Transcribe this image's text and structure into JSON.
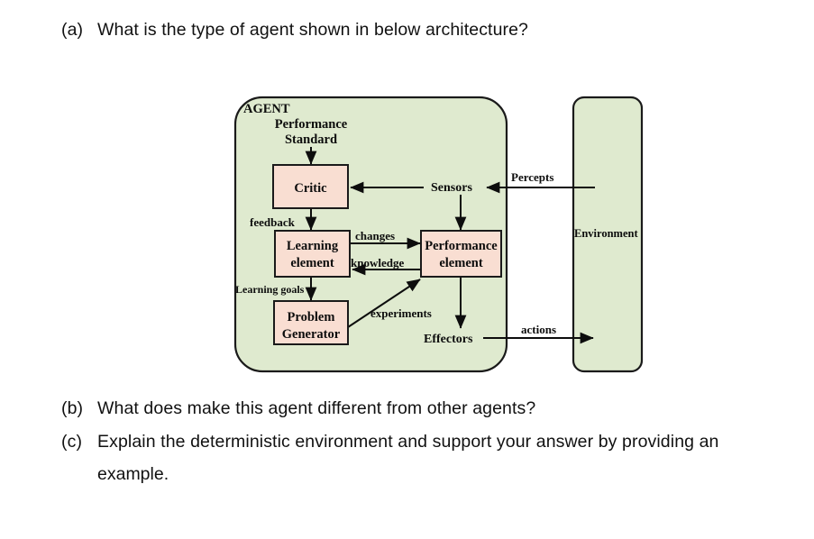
{
  "questions": [
    {
      "marker": "(a)",
      "text": "What is the type of agent shown in below architecture?"
    },
    {
      "marker": "(b)",
      "text": "What does make this agent different from other agents?"
    },
    {
      "marker": "(c)",
      "text": "Explain the deterministic environment and support your answer by providing an",
      "continuation": "example."
    }
  ],
  "diagram": {
    "agent_container_label": "AGENT",
    "environment_label": "Environment",
    "boxes": [
      {
        "id": "critic",
        "line1": "Critic",
        "line2": ""
      },
      {
        "id": "learning-element",
        "line1": "Learning",
        "line2": "element"
      },
      {
        "id": "performance-element",
        "line1": "Performance",
        "line2": "element"
      },
      {
        "id": "problem-generator",
        "line1": "Problem",
        "line2": "Generator"
      }
    ],
    "nodes": [
      {
        "id": "performance-standard",
        "line1": "Performance",
        "line2": "Standard"
      },
      {
        "id": "sensors",
        "label": "Sensors"
      },
      {
        "id": "effectors",
        "label": "Effectors"
      }
    ],
    "edge_labels": [
      {
        "id": "feedback",
        "label": "feedback"
      },
      {
        "id": "changes",
        "label": "changes"
      },
      {
        "id": "knowledge",
        "label": "knowledge"
      },
      {
        "id": "learning-goals",
        "label": "Learning goals"
      },
      {
        "id": "experiments",
        "label": "experiments"
      },
      {
        "id": "percepts",
        "label": "Percepts"
      },
      {
        "id": "actions",
        "label": "actions"
      }
    ],
    "colors": {
      "container_fill": "#dfeacf",
      "box_fill": "#f9ded2",
      "stroke": "#0d0d0d",
      "page_background": "#ffffff"
    }
  }
}
